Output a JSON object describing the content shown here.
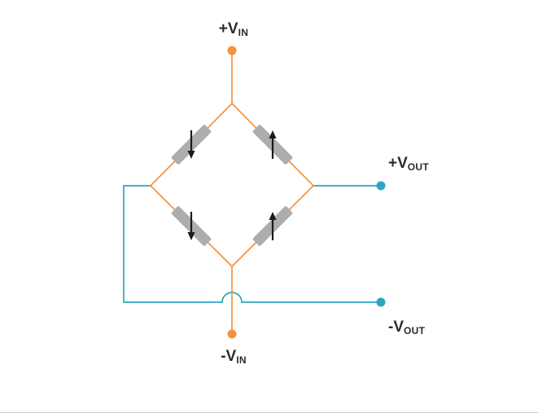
{
  "figure": {
    "type": "wheatstone-full-bridge-diagram",
    "terminals": {
      "vin_pos": {
        "main": "+V",
        "sub": "IN"
      },
      "vin_neg": {
        "main": "-V",
        "sub": "IN"
      },
      "vout_pos": {
        "main": "+V",
        "sub": "OUT"
      },
      "vout_neg": {
        "main": "-V",
        "sub": "OUT"
      }
    },
    "gauges": [
      {
        "position": "top-left",
        "arrow": "down"
      },
      {
        "position": "top-right",
        "arrow": "up"
      },
      {
        "position": "bottom-left",
        "arrow": "down"
      },
      {
        "position": "bottom-right",
        "arrow": "up"
      }
    ],
    "colors": {
      "excitation_wire": "#F5913D",
      "output_wire": "#29A7BE",
      "resistor_body": "#ADADAD",
      "strain_arrow": "#1A1A1A",
      "label_text": "#2B2B2B"
    }
  }
}
